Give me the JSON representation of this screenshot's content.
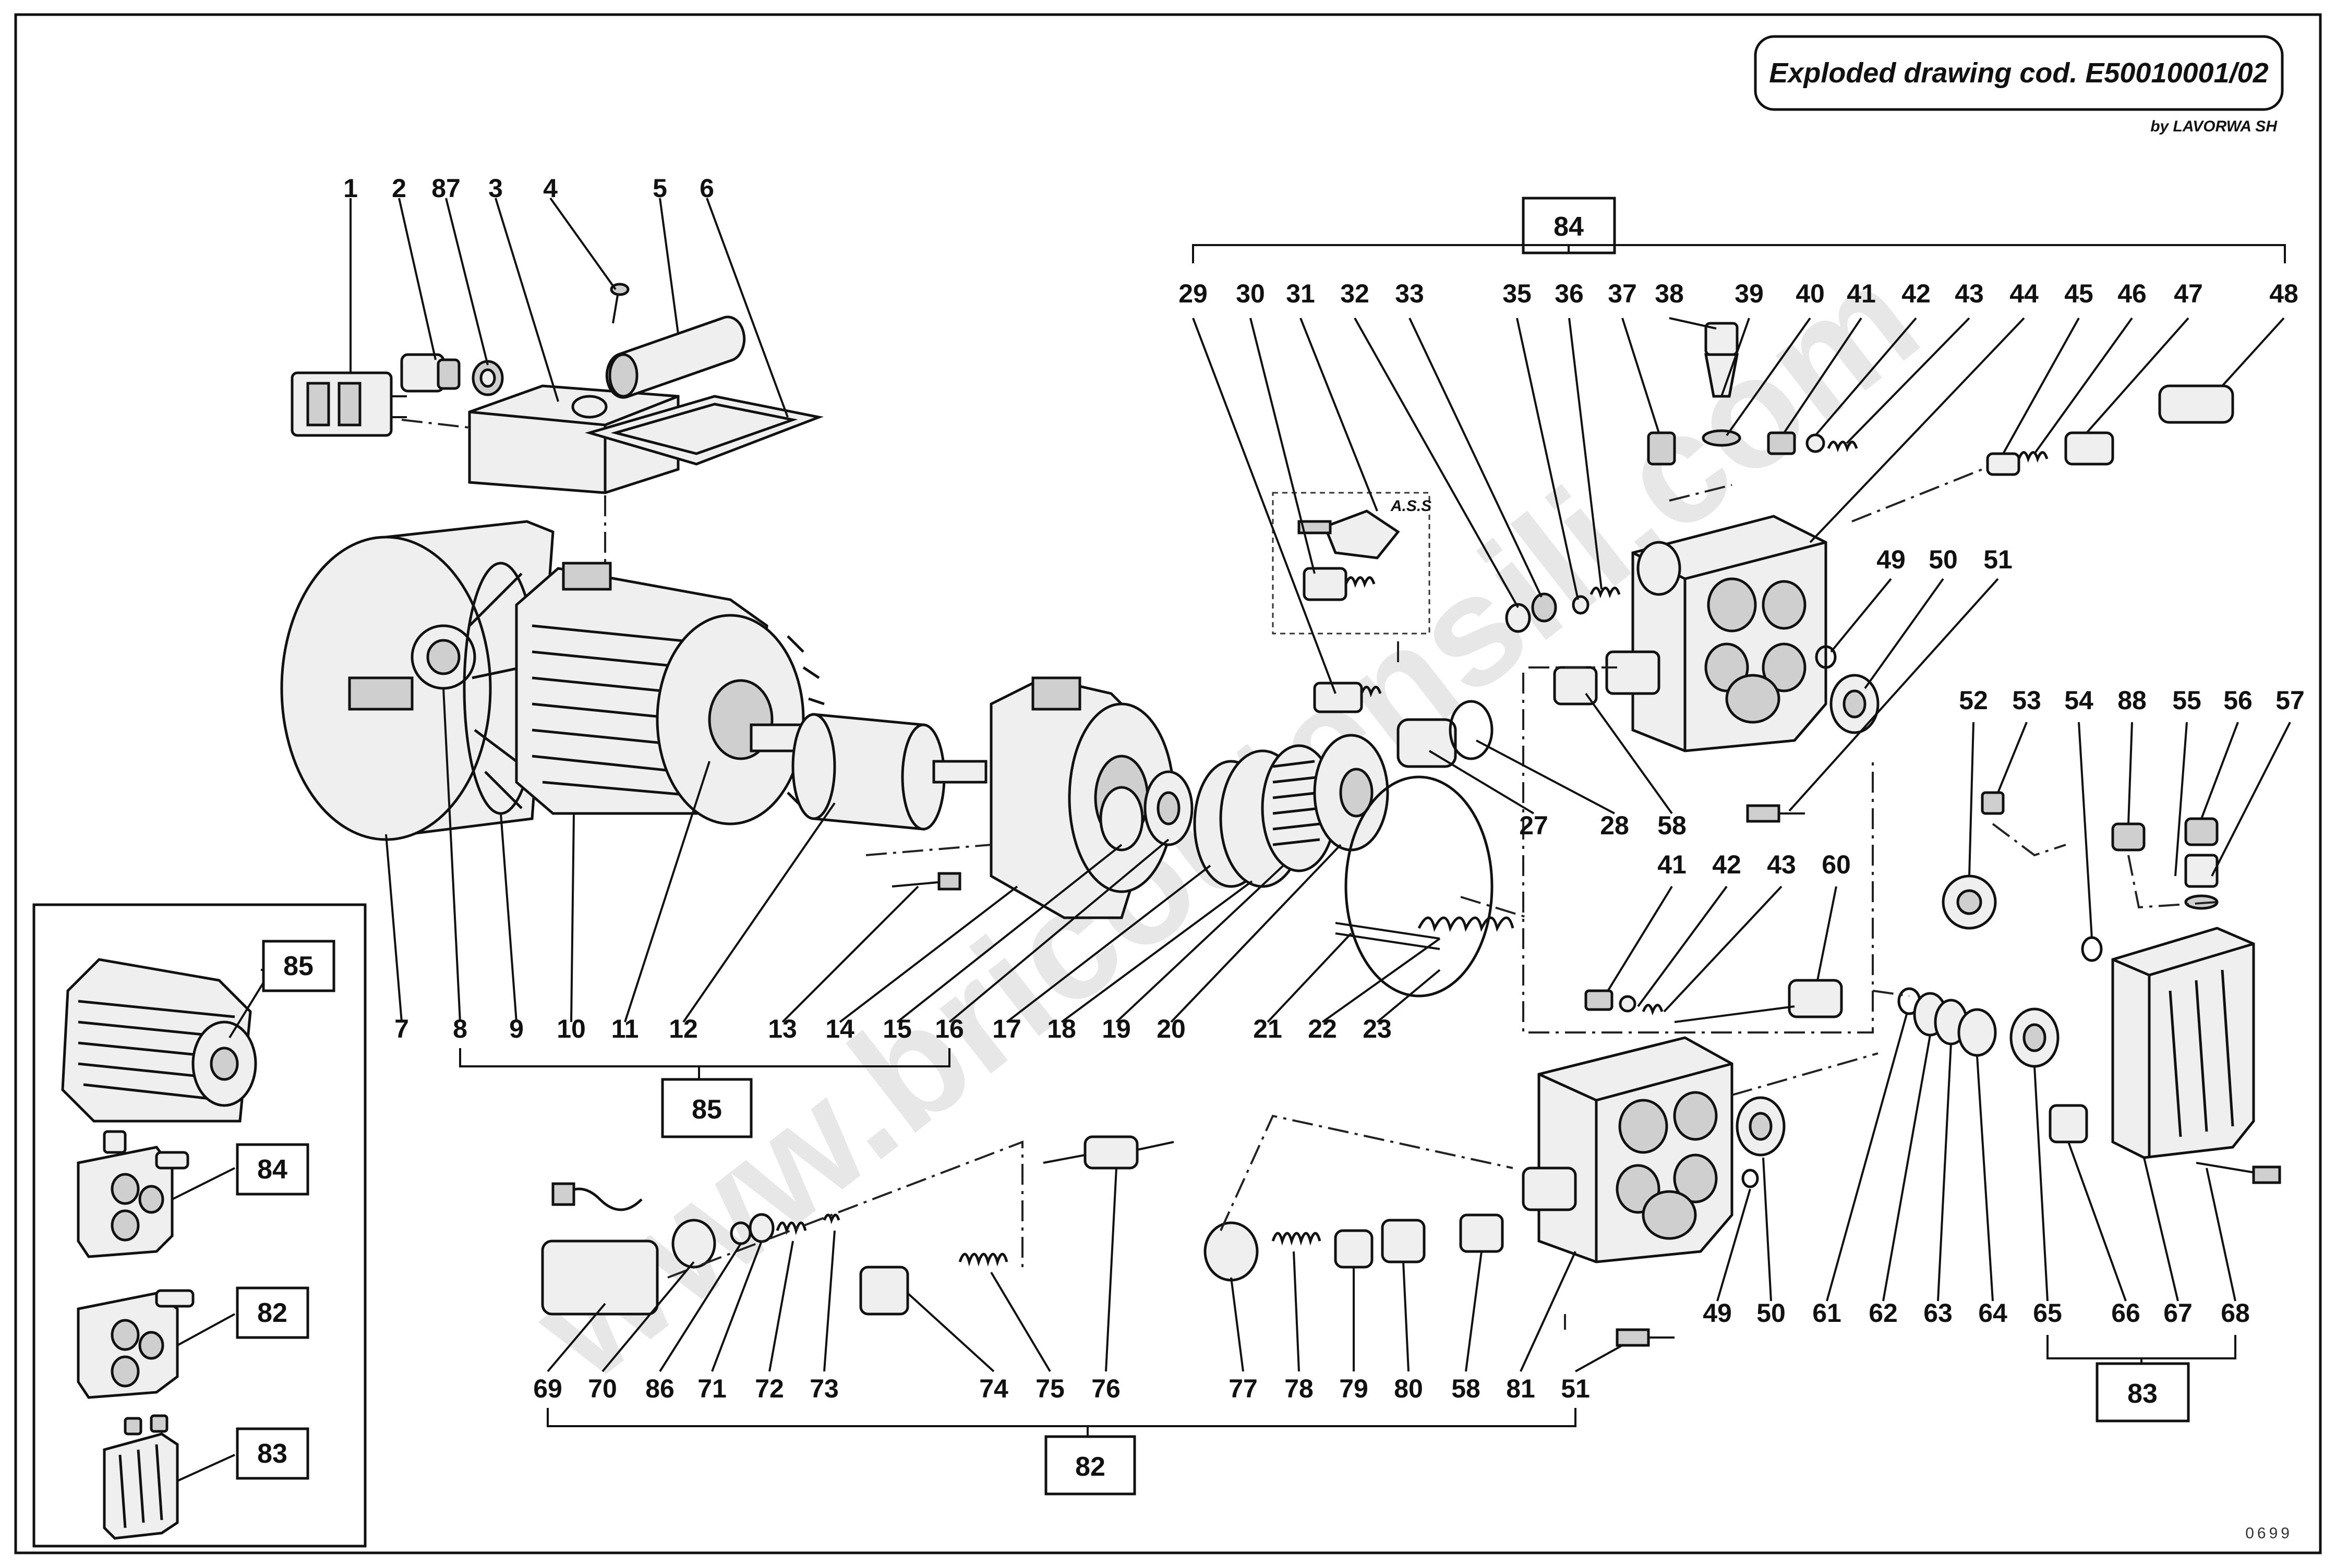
{
  "header": {
    "title": "Exploded drawing cod. E50010001/02",
    "credit": "by LAVORWA SH"
  },
  "watermark": "www.bricoutensili.com",
  "sheet_code": "0699",
  "top_labels": [
    "1",
    "2",
    "87",
    "3",
    "4",
    "5",
    "6"
  ],
  "pump_top_labels": [
    "29",
    "30",
    "31",
    "32",
    "33",
    "35",
    "36",
    "37",
    "38",
    "39",
    "40",
    "41",
    "42",
    "43",
    "44",
    "45",
    "46",
    "47",
    "48"
  ],
  "ass_label": "A.S.S",
  "mid_labels": [
    "49",
    "50",
    "51"
  ],
  "row1_labels": [
    "7",
    "8",
    "9",
    "10",
    "11",
    "12",
    "13",
    "14",
    "15",
    "16",
    "17",
    "18",
    "19",
    "20",
    "21",
    "22",
    "23"
  ],
  "mid2_labels": [
    "27",
    "28",
    "58"
  ],
  "mid3_labels": [
    "41",
    "42",
    "43",
    "60"
  ],
  "right_top_labels": [
    "52",
    "53",
    "54",
    "88",
    "55",
    "56",
    "57"
  ],
  "row2_labels": [
    "49",
    "50",
    "61",
    "62",
    "63",
    "64",
    "65",
    "66",
    "67",
    "68"
  ],
  "row3_labels": [
    "69",
    "70",
    "86",
    "71",
    "72",
    "73",
    "74",
    "75",
    "76",
    "77",
    "78",
    "79",
    "80",
    "58",
    "81",
    "51"
  ],
  "groups": {
    "g84": "84",
    "g85": "85",
    "g82": "82",
    "g83": "83"
  },
  "legend": [
    "85",
    "84",
    "82",
    "83"
  ]
}
